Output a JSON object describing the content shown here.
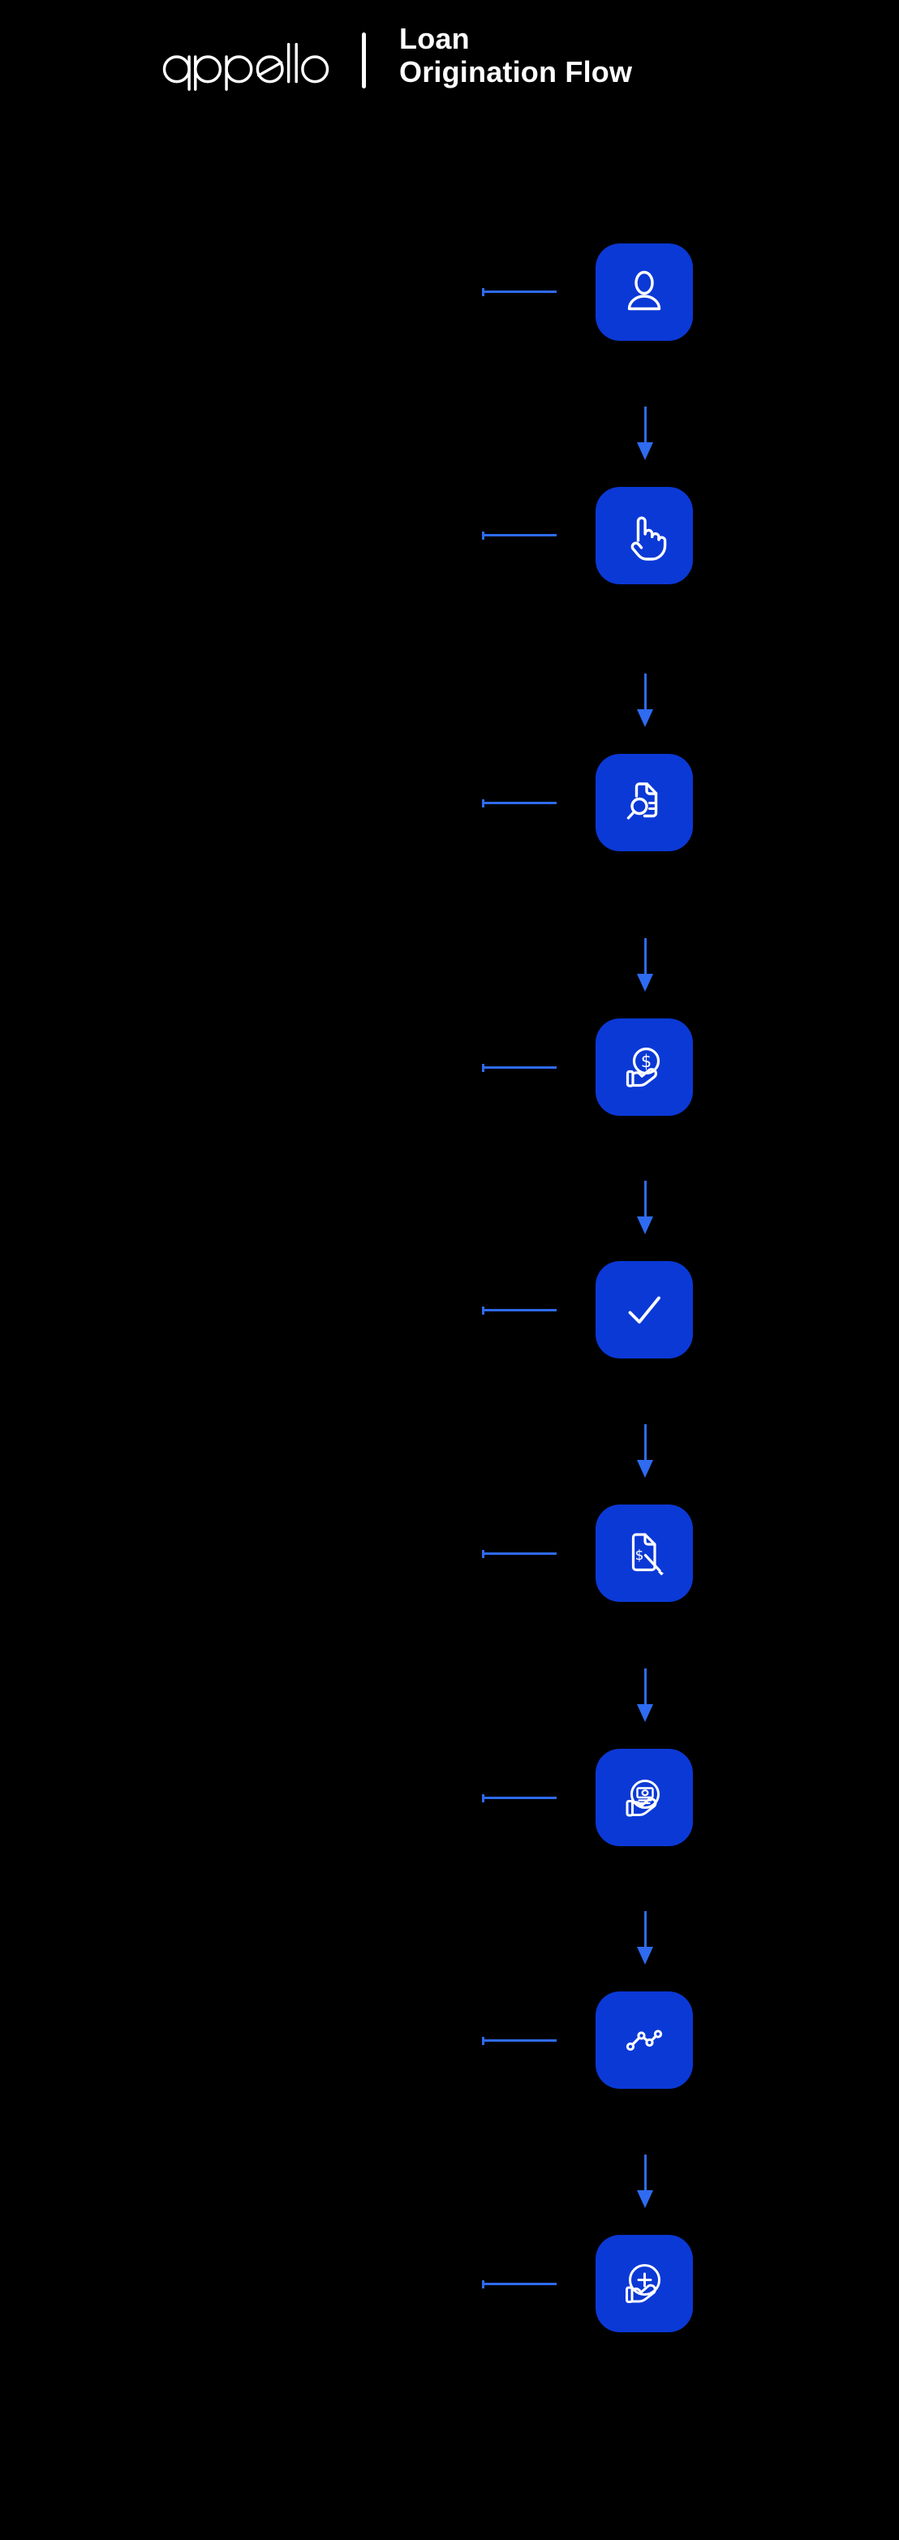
{
  "header": {
    "logo_text": "appello",
    "divider_glyph": "|",
    "title_line1": "Loan",
    "title_line2": "Origination Flow"
  },
  "colors": {
    "background": "#000000",
    "node_fill": "#0B39D6",
    "connector_blue": "#2E6BF0",
    "icon_stroke": "#FFFFFF",
    "title_text": "#FFFFFF"
  },
  "flow": {
    "direction": "vertical",
    "step_count": 9,
    "arrow_count": 8,
    "steps": [
      {
        "index": 1,
        "icon": "user-icon",
        "glyph_text": ""
      },
      {
        "index": 2,
        "icon": "tap-hand-icon",
        "glyph_text": ""
      },
      {
        "index": 3,
        "icon": "document-search-icon",
        "glyph_text": ""
      },
      {
        "index": 4,
        "icon": "hand-dollar-coin-icon",
        "glyph_text": "$"
      },
      {
        "index": 5,
        "icon": "checkmark-icon",
        "glyph_text": ""
      },
      {
        "index": 6,
        "icon": "loan-document-sign-icon",
        "glyph_text": "$"
      },
      {
        "index": 7,
        "icon": "hand-banknote-icon",
        "glyph_text": ""
      },
      {
        "index": 8,
        "icon": "line-chart-icon",
        "glyph_text": ""
      },
      {
        "index": 9,
        "icon": "hand-plus-icon",
        "glyph_text": ""
      }
    ]
  }
}
